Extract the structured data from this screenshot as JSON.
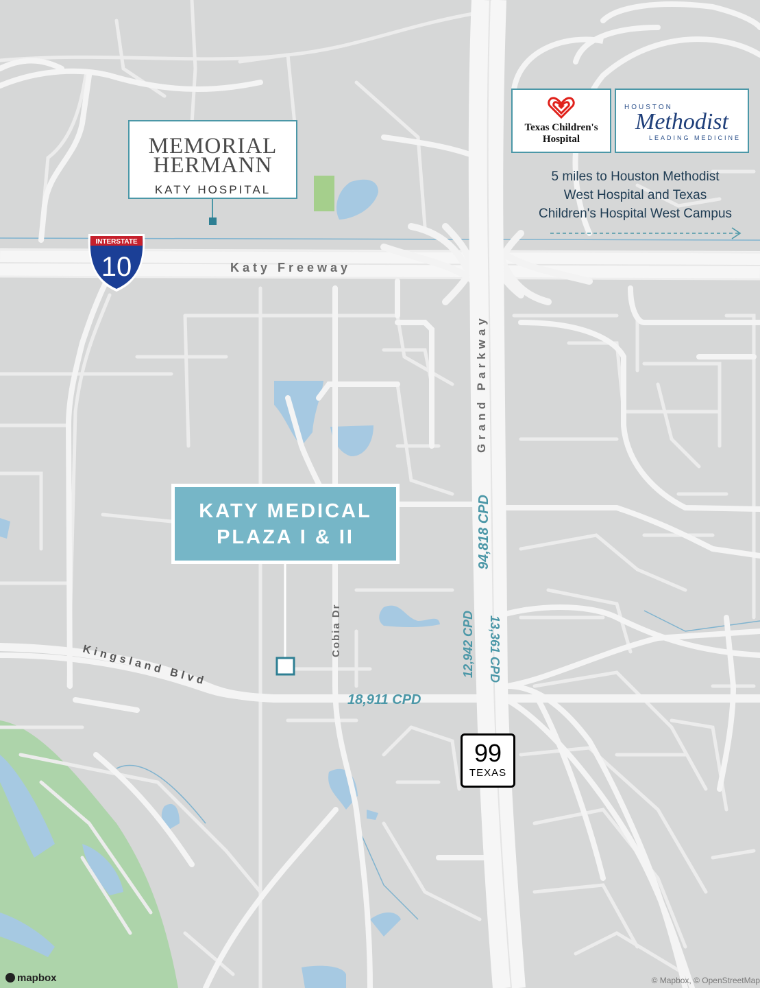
{
  "colors": {
    "land": "#d6d7d7",
    "road": "#f4f4f4",
    "water": "#a6c9e2",
    "park": "#9fd39b",
    "accent": "#4b97a7",
    "site_fill": "#76b6c7",
    "label_gray": "#6a6a6a"
  },
  "labels": {
    "katy_freeway": "Katy Freeway",
    "grand_parkway": "Grand Parkway",
    "kingsland_blvd": "Kingsland Blvd",
    "cobia_dr": "Cobia Dr"
  },
  "traffic": {
    "grand_north": "94,818 CPD",
    "grand_west": "12,942 CPD",
    "grand_east": "13,361 CPD",
    "kingsland": "18,911 CPD"
  },
  "shields": {
    "i10_top": "INTERSTATE",
    "i10_num": "10",
    "tx99_num": "99",
    "tx99_state": "TEXAS"
  },
  "logos": {
    "mh_line1": "MEMORIAL",
    "mh_line2": "HERMANN",
    "mh_sub": "KATY HOSPITAL",
    "tch_line1": "Texas Children's",
    "tch_line2": "Hospital",
    "hm_top": "HOUSTON",
    "hm_word": "Methodist",
    "hm_tag": "LEADING MEDICINE"
  },
  "note": {
    "line1": "5 miles to Houston Methodist",
    "line2": "West Hospital and Texas",
    "line3": "Children's Hospital West Campus"
  },
  "site": {
    "line1": "KATY MEDICAL",
    "line2": "PLAZA I & II"
  },
  "attribution": {
    "mapbox": "mapbox",
    "credit": "© Mapbox, © OpenStreetMap"
  }
}
